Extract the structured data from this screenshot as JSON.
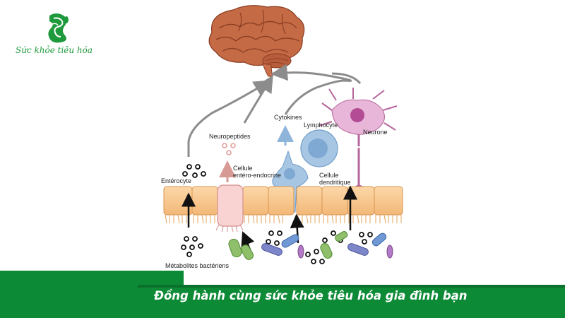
{
  "brand": {
    "name": "Sức khỏe tiêu hóa",
    "logo_icon": "intestine-icon"
  },
  "diagram": {
    "labels": {
      "enterocyte": "Entérocyte",
      "neuropeptides": "Neuropeptides",
      "cytokines": "Cytokines",
      "lymphocyte": "Lymphocyte",
      "neurone": "Neurone",
      "enteroendocrine_line1": "Cellule",
      "enteroendocrine_line2": "entéro-endocrine",
      "dendritic_line1": "Cellule",
      "dendritic_line2": "dendritique",
      "metabolites": "Métabolites bactériens"
    }
  },
  "banner": {
    "tagline": "Đồng hành cùng sức khỏe tiêu hóa gia đình bạn"
  },
  "colors": {
    "brand_green": "#1e9a3c",
    "banner_green": "#0c8a36",
    "banner_dark": "#0a5f27"
  }
}
